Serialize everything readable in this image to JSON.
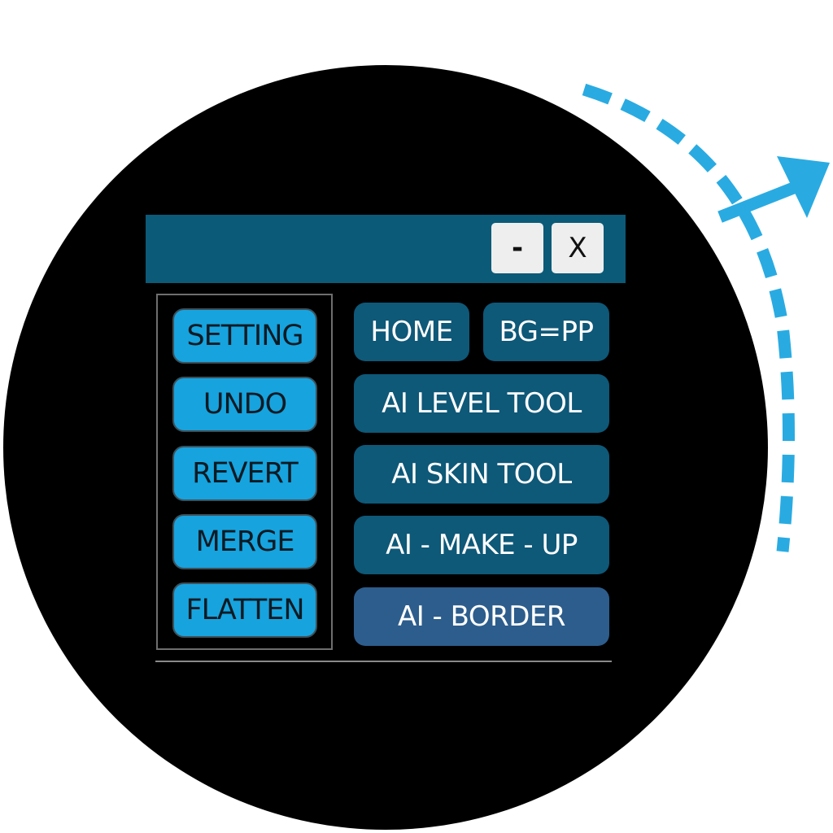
{
  "window": {
    "minimize_label": "-",
    "close_label": "X"
  },
  "left_menu": {
    "items": [
      {
        "label": "SETTING"
      },
      {
        "label": "UNDO"
      },
      {
        "label": "REVERT"
      },
      {
        "label": "MERGE"
      },
      {
        "label": "FLATTEN"
      }
    ]
  },
  "right_menu": {
    "home_label": "HOME",
    "bg_label": "BG=PP",
    "ai_level_label": "AI LEVEL TOOL",
    "ai_skin_label": "AI SKIN TOOL",
    "ai_makeup_label": "AI - MAKE - UP",
    "ai_border_label": "AI - BORDER"
  },
  "colors": {
    "background_circle": "#000000",
    "titlebar": "#0b5a78",
    "left_button": "#17a3de",
    "right_button": "#0e5878",
    "border_button": "#2c5d8c",
    "arrow": "#29abe2"
  },
  "icons": {
    "decoration": "rotate-arrow-icon"
  }
}
